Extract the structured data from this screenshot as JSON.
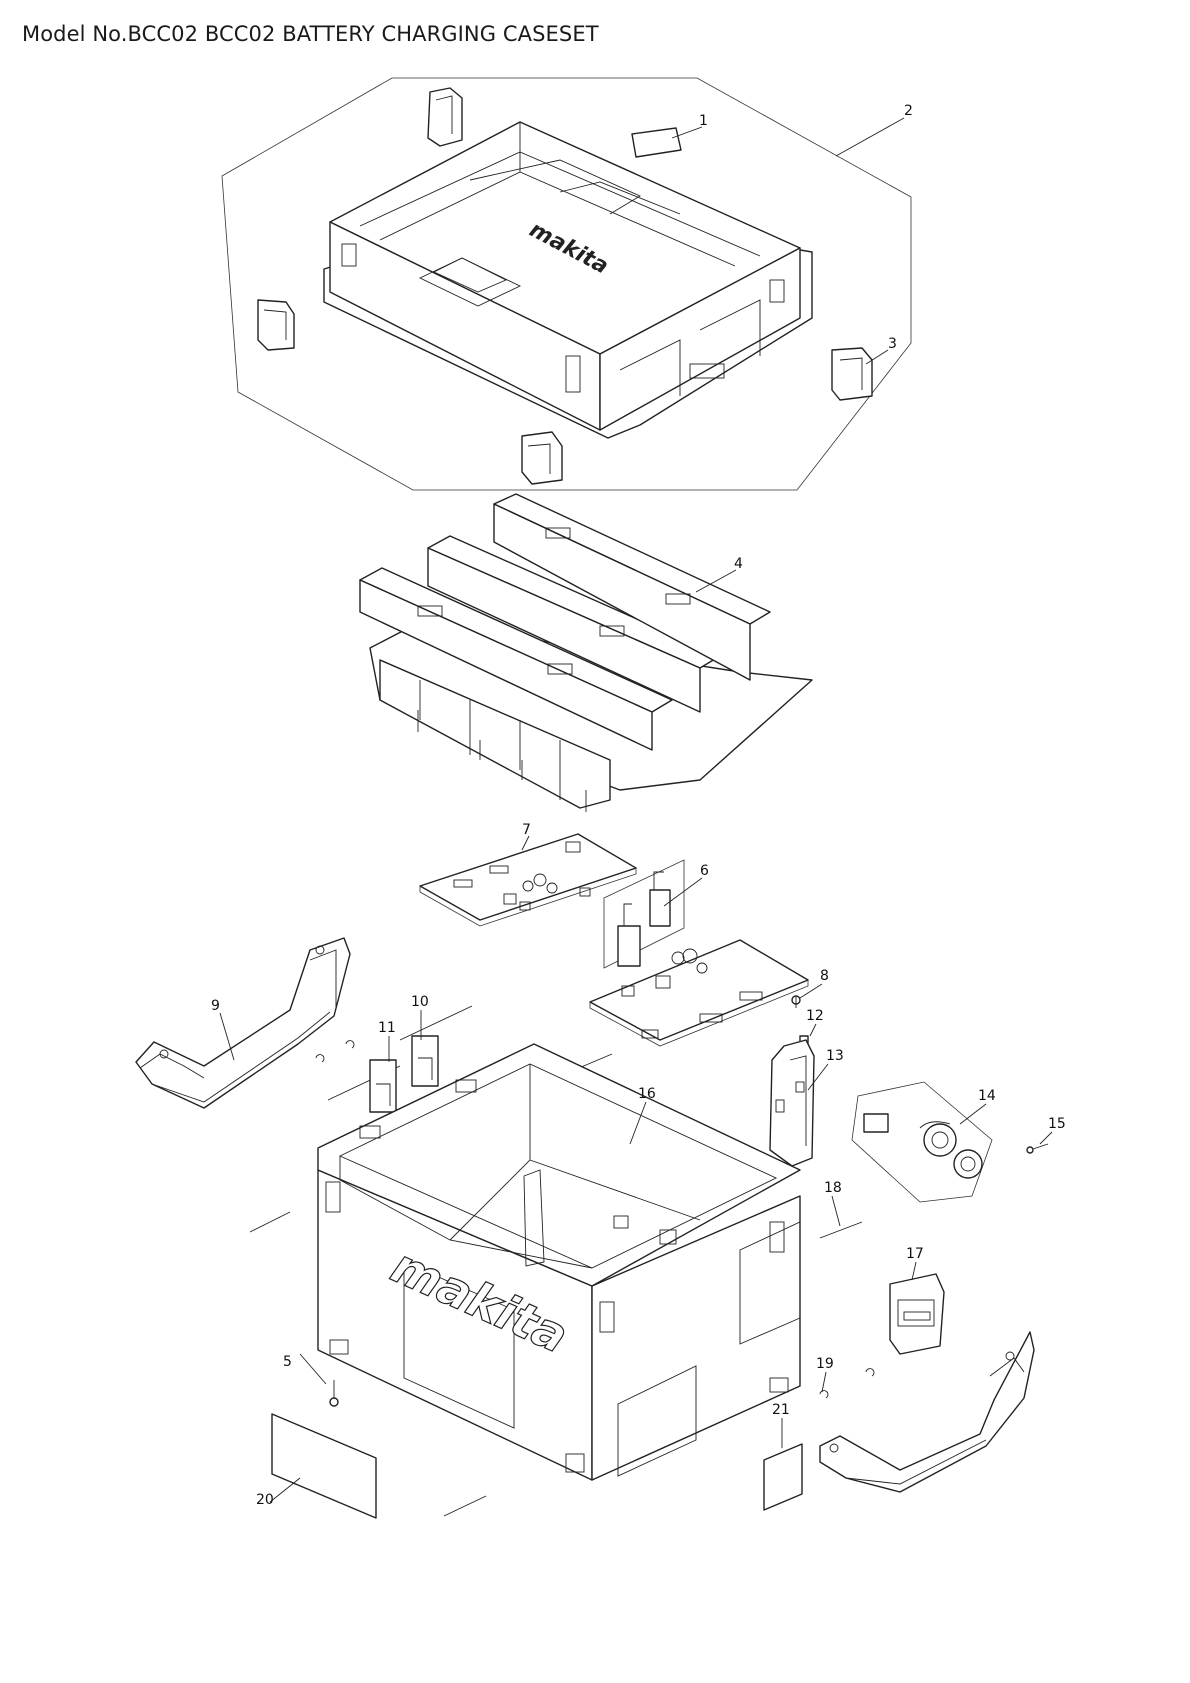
{
  "title": "Model No.BCC02 BCC02 BATTERY CHARGING CASESET",
  "brand": "makita",
  "callouts": [
    "1",
    "2",
    "3",
    "4",
    "5",
    "6",
    "7",
    "8",
    "9",
    "10",
    "11",
    "12",
    "13",
    "14",
    "15",
    "16",
    "17",
    "18",
    "19",
    "20",
    "21"
  ]
}
